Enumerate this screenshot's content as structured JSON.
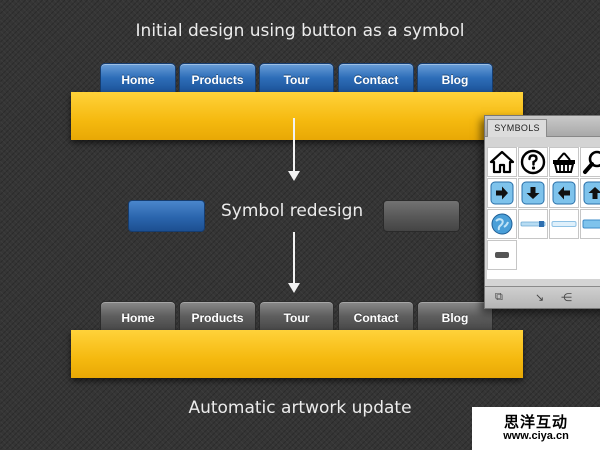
{
  "captions": {
    "top": "Initial design using button as a symbol",
    "middle": "Symbol redesign",
    "bottom": "Automatic artwork update"
  },
  "nav_top": {
    "items": [
      "Home",
      "Products",
      "Tour",
      "Contact",
      "Blog"
    ],
    "color": "#2d6db8"
  },
  "nav_bottom": {
    "items": [
      "Home",
      "Products",
      "Tour",
      "Contact",
      "Blog"
    ],
    "color": "#5e5e5e"
  },
  "bar_color": "#f5b90f",
  "symbols_panel": {
    "tab_label": "SYMBOLS",
    "symbols": [
      "home-icon",
      "help-icon",
      "basket-icon",
      "magnifier-icon",
      "arrow-right-icon",
      "arrow-down-icon",
      "arrow-left-icon",
      "arrow-up-icon",
      "globe-icon",
      "slider-blue-icon",
      "bar-light-icon",
      "bar-blue-icon",
      "gray-button-icon"
    ],
    "footer_icons": [
      "place-symbol-icon",
      "break-link-icon",
      "symbol-options-icon"
    ]
  },
  "logo": {
    "chinese": "思洋互动",
    "url": "www.ciya.cn"
  }
}
